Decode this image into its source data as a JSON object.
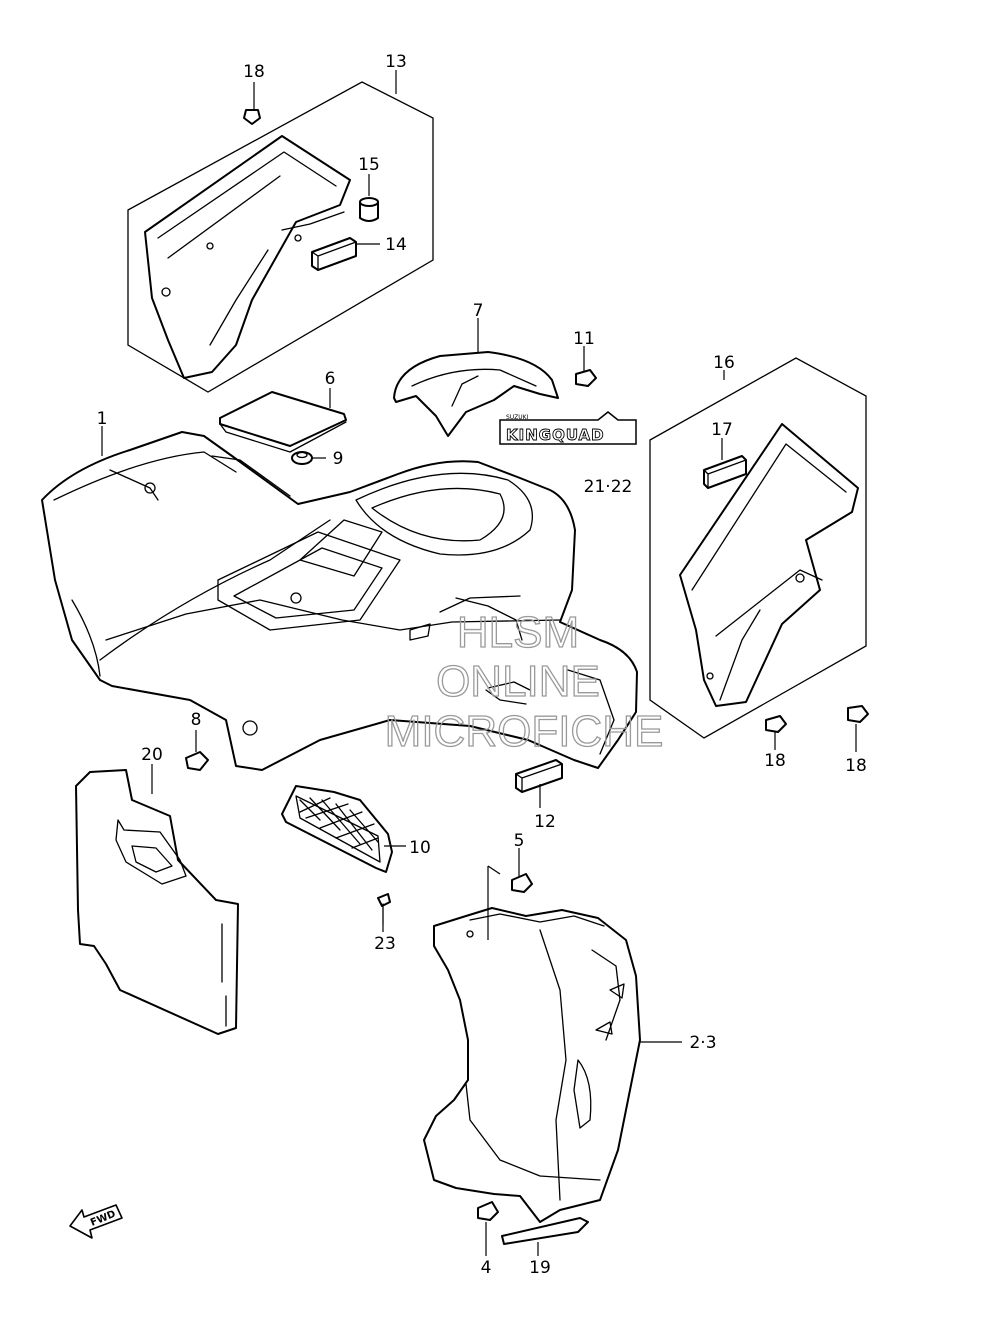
{
  "watermark": {
    "line1": "HLSM",
    "line2": "ONLINE",
    "line3": "MICROFICHE"
  },
  "logo": {
    "small_text": "SUZUKI",
    "main_text": "KINGQUAD"
  },
  "direction_arrow": {
    "text": "FWD"
  },
  "callouts": [
    {
      "id": "c-18a",
      "text": "18"
    },
    {
      "id": "c-13",
      "text": "13"
    },
    {
      "id": "c-15",
      "text": "15"
    },
    {
      "id": "c-14",
      "text": "14"
    },
    {
      "id": "c-7",
      "text": "7"
    },
    {
      "id": "c-11",
      "text": "11"
    },
    {
      "id": "c-16",
      "text": "16"
    },
    {
      "id": "c-17",
      "text": "17"
    },
    {
      "id": "c-6",
      "text": "6"
    },
    {
      "id": "c-1",
      "text": "1"
    },
    {
      "id": "c-9",
      "text": "9"
    },
    {
      "id": "c-21-22",
      "text": "21·22"
    },
    {
      "id": "c-8",
      "text": "8"
    },
    {
      "id": "c-20",
      "text": "20"
    },
    {
      "id": "c-18b",
      "text": "18"
    },
    {
      "id": "c-18c",
      "text": "18"
    },
    {
      "id": "c-12",
      "text": "12"
    },
    {
      "id": "c-10",
      "text": "10"
    },
    {
      "id": "c-5",
      "text": "5"
    },
    {
      "id": "c-23",
      "text": "23"
    },
    {
      "id": "c-2-3",
      "text": "2·3"
    },
    {
      "id": "c-4",
      "text": "4"
    },
    {
      "id": "c-19",
      "text": "19"
    }
  ]
}
